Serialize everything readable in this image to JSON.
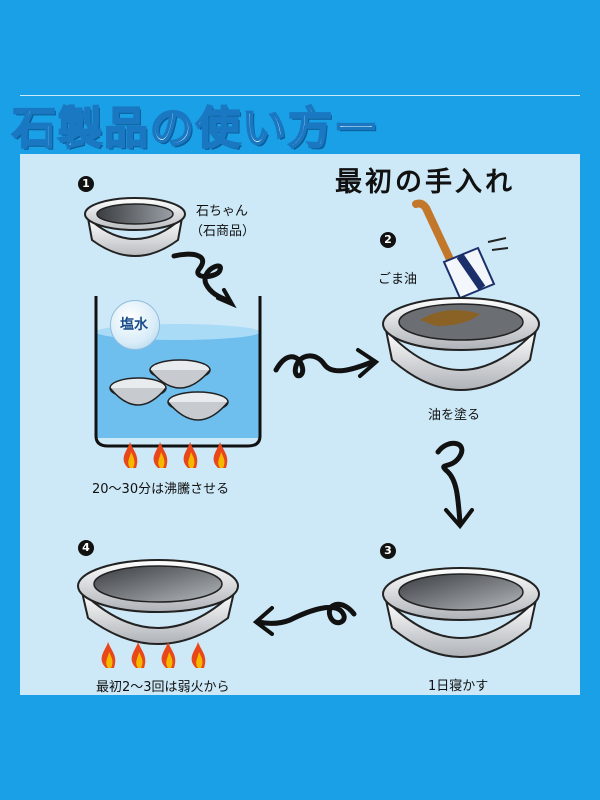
{
  "header": {
    "title": "石製品の使い方ー",
    "subtitle": "最初の手入れ"
  },
  "steps": [
    {
      "number": "1",
      "name": "石ちゃん",
      "name_sub": "（石商品）",
      "salt_label": "塩水",
      "caption": "20～30分は沸騰させる"
    },
    {
      "number": "2",
      "oil_label": "ごま油",
      "caption": "油を塗る"
    },
    {
      "number": "3",
      "caption": "1日寝かす"
    },
    {
      "number": "4",
      "caption": "最初2～3回は弱火から"
    }
  ],
  "colors": {
    "background": "#1aa0e6",
    "panel": "#cde9f7",
    "water": "#6fbfee",
    "flame": "#e8471c"
  }
}
